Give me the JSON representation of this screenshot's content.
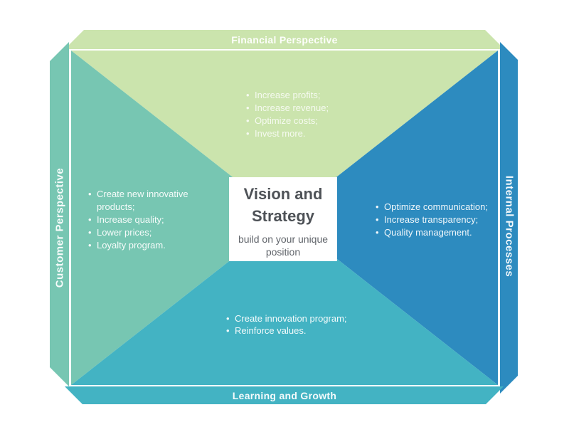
{
  "diagram": {
    "type": "balanced-scorecard-strategy-map",
    "center": {
      "title": "Vision and Strategy",
      "subtitle": "build on your unique position"
    },
    "sections": {
      "financial": {
        "label": "Financial Perspective",
        "color": "#cbe4ad",
        "position": "top",
        "items": [
          "Increase profits;",
          "Increase revenue;",
          "Optimize costs;",
          "Invest more."
        ]
      },
      "customer": {
        "label": "Customer Perspective",
        "color": "#77c6b2",
        "position": "left",
        "items": [
          "Create new innovative products;",
          "Increase quality;",
          "Lower prices;",
          "Loyalty program."
        ]
      },
      "internal": {
        "label": "Internal Processes",
        "color": "#2d8bbf",
        "position": "right",
        "items": [
          "Optimize communication;",
          "Increase transparency;",
          "Quality management."
        ]
      },
      "learning": {
        "label": "Learning and Growth",
        "color": "#43b3c3",
        "position": "bottom",
        "items": [
          "Create innovation program;",
          "Reinforce values."
        ]
      }
    },
    "icons": {
      "bullet": "•"
    },
    "colors": {
      "background": "#ffffff",
      "center_box": "#ffffff",
      "title_text": "#4e5257",
      "subtitle_text": "#60646a",
      "label_text": "#ffffff"
    }
  }
}
